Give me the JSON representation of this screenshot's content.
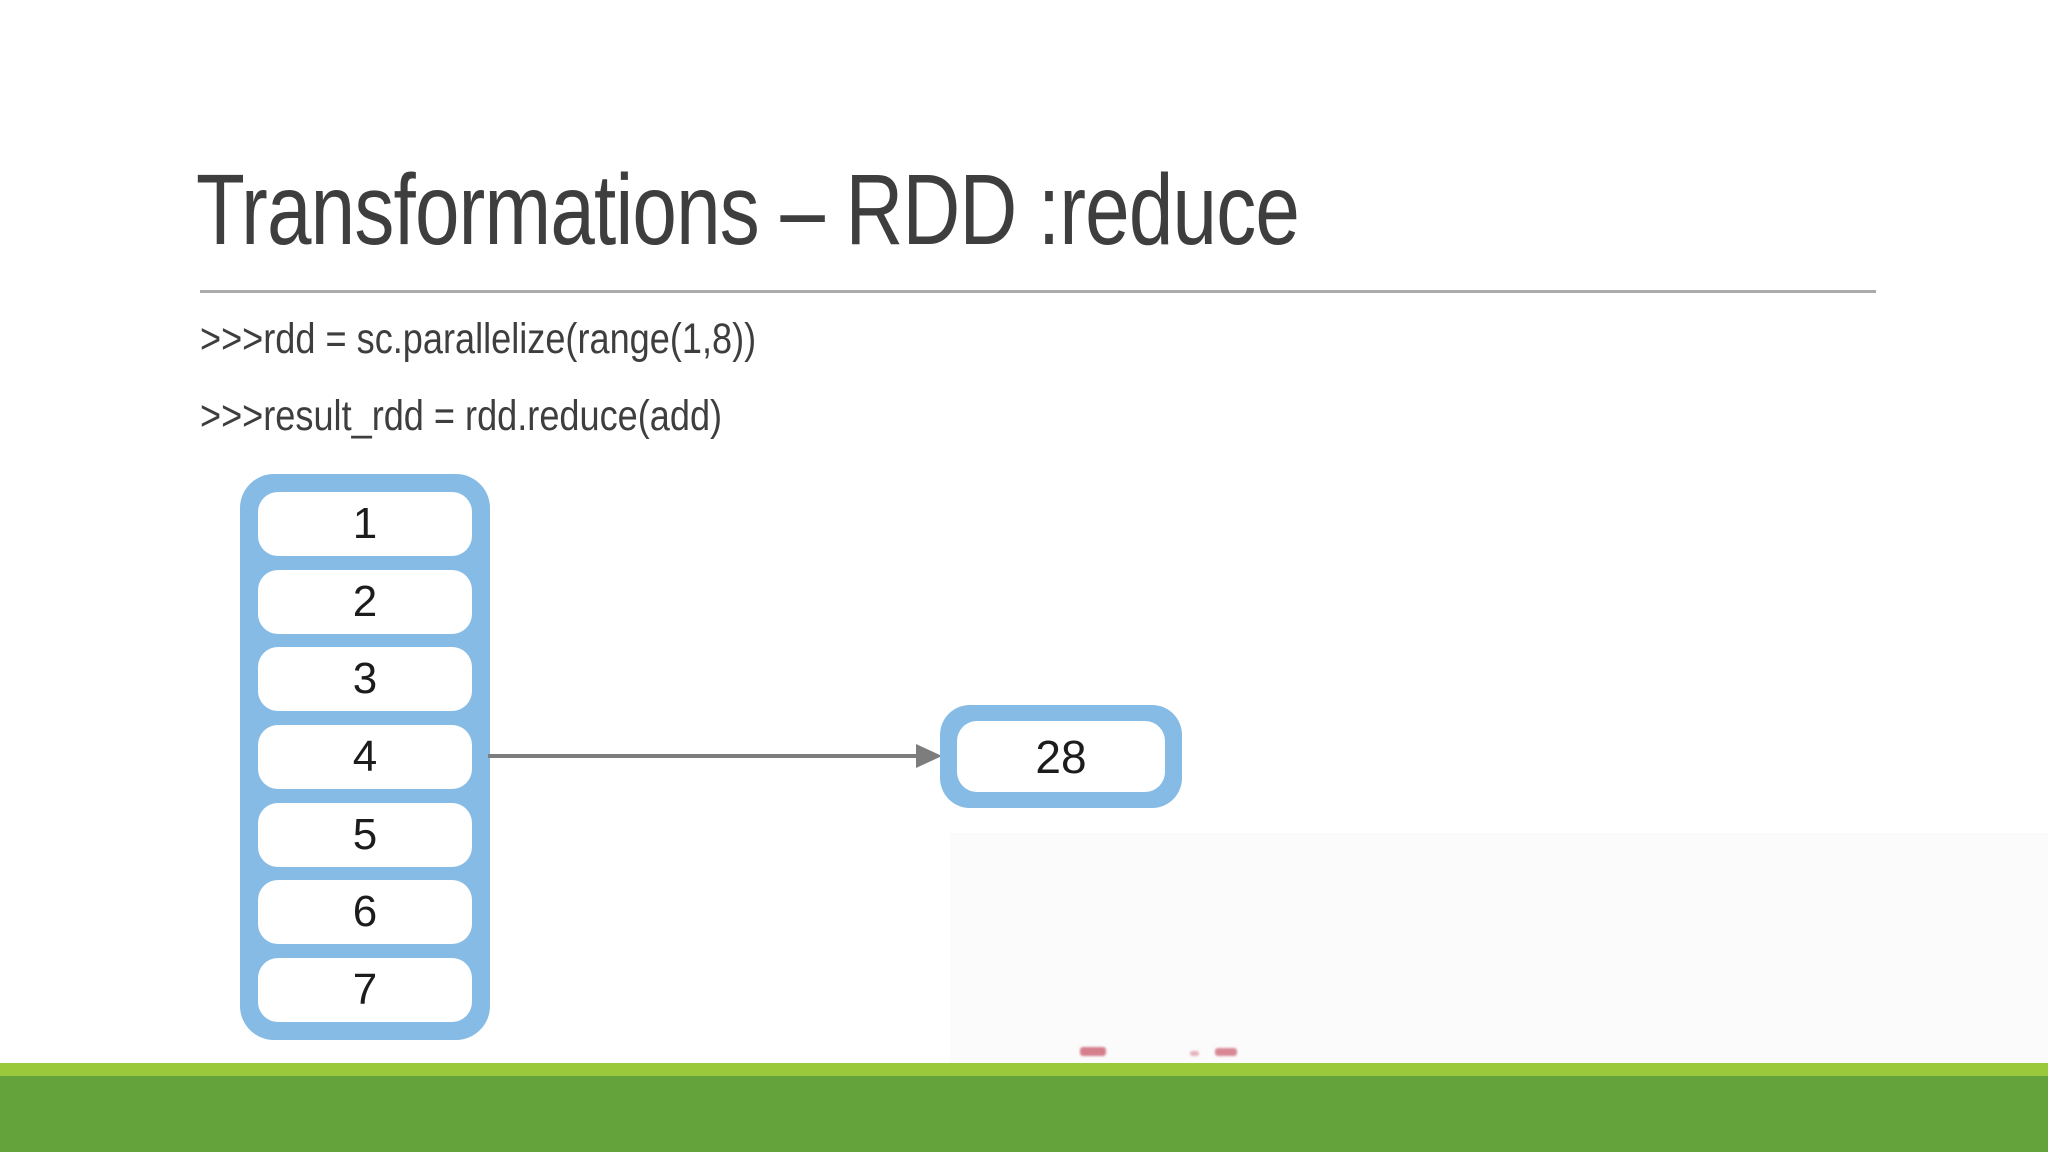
{
  "slide": {
    "title": "Transformations – RDD :reduce",
    "code_lines": [
      ">>>rdd = sc.parallelize(range(1,8))",
      ">>>result_rdd = rdd.reduce(add)"
    ]
  },
  "diagram": {
    "rdd_items": [
      "1",
      "2",
      "3",
      "4",
      "5",
      "6",
      "7"
    ],
    "result_value": "28",
    "arrow_direction": "right"
  },
  "colors": {
    "accent_blue": "#85BBE5",
    "title_text": "#3E3E3E",
    "divider_gray": "#ABABAB",
    "arrow_gray": "#7D7D7D",
    "footer_light_green": "#9BC93C",
    "footer_dark_green": "#64A23C",
    "watermark_red": "#C4495C"
  }
}
